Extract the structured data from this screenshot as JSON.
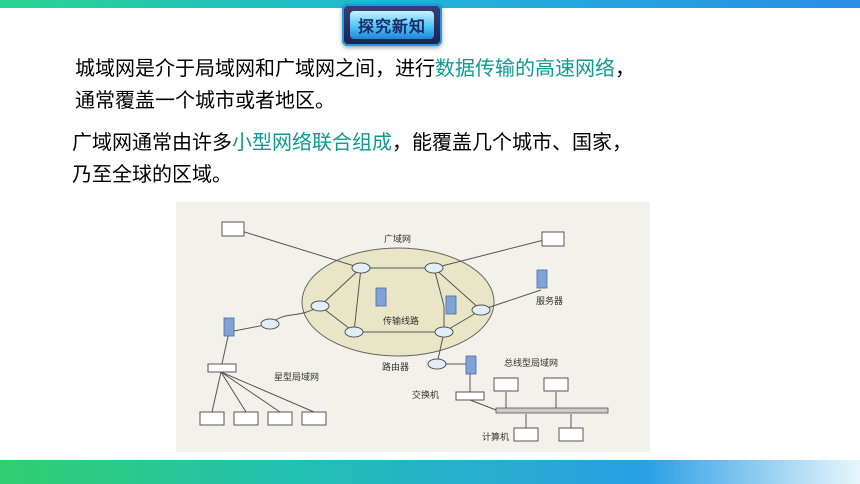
{
  "header": {
    "title": "探究新知"
  },
  "paragraphs": [
    {
      "lines": [
        {
          "before": "城域网是介于局域网和广域网之间，进行",
          "highlight": "数据传输的高速网络",
          "after": "，"
        },
        {
          "before": "通常覆盖一个城市或者地区。",
          "highlight": "",
          "after": ""
        }
      ]
    },
    {
      "lines": [
        {
          "before": "广域网通常由许多",
          "highlight": "小型网络联合组成",
          "after": "，能覆盖几个城市、国家，"
        },
        {
          "before": "乃至全球的区域。",
          "highlight": "",
          "after": ""
        }
      ]
    }
  ],
  "diagram": {
    "labels": {
      "wan": "广域网",
      "server": "服务器",
      "transmission_line": "传输线路",
      "router": "路由器",
      "star_lan": "星型局域网",
      "bus_lan": "总线型局域网",
      "switch": "交换机",
      "computer": "计算机"
    }
  },
  "colors": {
    "highlight": "#0e9a91",
    "top_bar": "#29d48f",
    "bottom_bar": "#30d070",
    "badge": "#1d2150"
  }
}
